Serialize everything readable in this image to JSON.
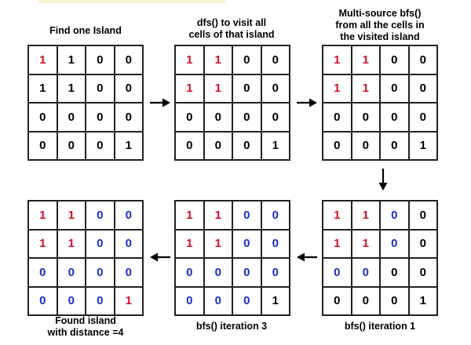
{
  "palette": {
    "black": "#000000",
    "red": "#d0102a",
    "blue": "#1a2ec8"
  },
  "captions": {
    "find_island": "Find one Island",
    "dfs": "dfs() to visit all\ncells of that island",
    "multi_bfs": "Multi-source bfs()\nfrom all the cells in\nthe visited island",
    "found": "Found island\nwith distance =4",
    "bfs_iter3": "bfs() iteration 3",
    "bfs_iter1": "bfs() iteration 1"
  },
  "grids": {
    "g1": {
      "values": [
        "1",
        "1",
        "0",
        "0",
        "1",
        "1",
        "0",
        "0",
        "0",
        "0",
        "0",
        "0",
        "0",
        "0",
        "0",
        "1"
      ],
      "colors": [
        "red",
        "black",
        "black",
        "black",
        "black",
        "black",
        "black",
        "black",
        "black",
        "black",
        "black",
        "black",
        "black",
        "black",
        "black",
        "black"
      ]
    },
    "g2": {
      "values": [
        "1",
        "1",
        "0",
        "0",
        "1",
        "1",
        "0",
        "0",
        "0",
        "0",
        "0",
        "0",
        "0",
        "0",
        "0",
        "1"
      ],
      "colors": [
        "red",
        "red",
        "black",
        "black",
        "red",
        "red",
        "black",
        "black",
        "black",
        "black",
        "black",
        "black",
        "black",
        "black",
        "black",
        "black"
      ]
    },
    "g3": {
      "values": [
        "1",
        "1",
        "0",
        "0",
        "1",
        "1",
        "0",
        "0",
        "0",
        "0",
        "0",
        "0",
        "0",
        "0",
        "0",
        "1"
      ],
      "colors": [
        "red",
        "red",
        "black",
        "black",
        "red",
        "red",
        "black",
        "black",
        "black",
        "black",
        "black",
        "black",
        "black",
        "black",
        "black",
        "black"
      ]
    },
    "g4": {
      "values": [
        "1",
        "1",
        "0",
        "0",
        "1",
        "1",
        "0",
        "0",
        "0",
        "0",
        "0",
        "0",
        "0",
        "0",
        "0",
        "1"
      ],
      "colors": [
        "red",
        "red",
        "blue",
        "blue",
        "red",
        "red",
        "blue",
        "blue",
        "blue",
        "blue",
        "blue",
        "blue",
        "blue",
        "blue",
        "blue",
        "red"
      ]
    },
    "g5": {
      "values": [
        "1",
        "1",
        "0",
        "0",
        "1",
        "1",
        "0",
        "0",
        "0",
        "0",
        "0",
        "0",
        "0",
        "0",
        "0",
        "1"
      ],
      "colors": [
        "red",
        "red",
        "blue",
        "blue",
        "red",
        "red",
        "blue",
        "blue",
        "blue",
        "blue",
        "blue",
        "blue",
        "blue",
        "blue",
        "blue",
        "black"
      ]
    },
    "g6": {
      "values": [
        "1",
        "1",
        "0",
        "0",
        "1",
        "1",
        "0",
        "0",
        "0",
        "0",
        "0",
        "0",
        "0",
        "0",
        "0",
        "1"
      ],
      "colors": [
        "red",
        "red",
        "blue",
        "black",
        "red",
        "red",
        "blue",
        "black",
        "blue",
        "blue",
        "black",
        "black",
        "black",
        "black",
        "black",
        "black"
      ]
    }
  }
}
